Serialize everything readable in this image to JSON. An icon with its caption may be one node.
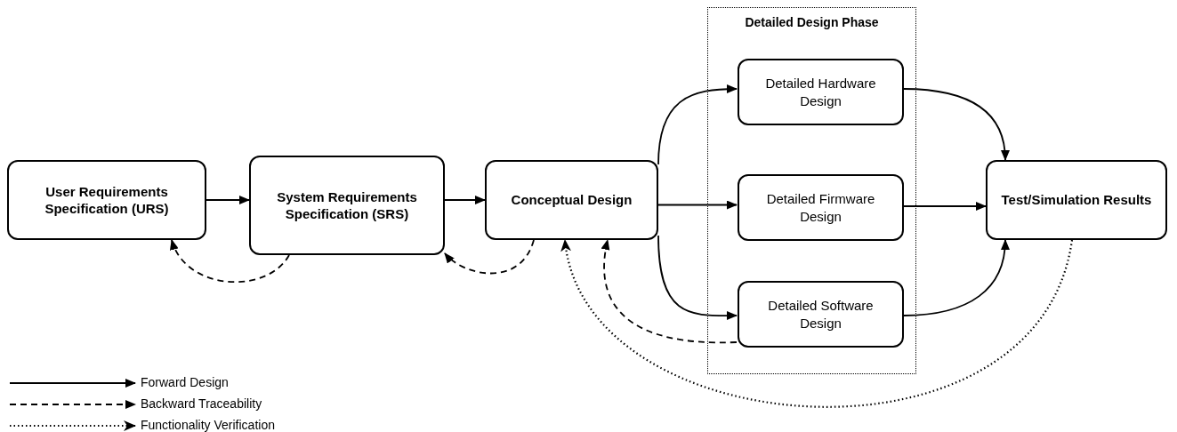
{
  "diagram": {
    "nodes": [
      {
        "text": [
          "User Requirements Specification (URS)"
        ]
      },
      {
        "text": [
          "System Requirements Specification (SRS)"
        ]
      },
      {
        "text": [
          "Conceptual Design"
        ]
      },
      {
        "text": [
          "Detailed Design Phase"
        ]
      },
      {
        "text": [
          "Detailed Hardware Design"
        ],
        "in": 3
      },
      {
        "text": [
          "Detailed Firmware Design"
        ],
        "in": 3
      },
      {
        "text": [
          "Detailed Software Design"
        ],
        "in": 3
      },
      {
        "text": [
          "Test/Simulation Results"
        ]
      }
    ],
    "edges": [
      {
        "from": 0,
        "to": 1,
        "arrow": "to"
      },
      {
        "from": 1,
        "to": 2,
        "arrow": "to"
      },
      {
        "from": 2,
        "to": 4,
        "arrow": "to"
      },
      {
        "from": 2,
        "to": 5,
        "arrow": "to"
      },
      {
        "from": 2,
        "to": 6,
        "arrow": "to"
      },
      {
        "from": 4,
        "to": 7,
        "arrow": "to"
      },
      {
        "from": 5,
        "to": 7,
        "arrow": "to"
      },
      {
        "from": 6,
        "to": 7,
        "arrow": "to"
      },
      {
        "from": 1,
        "to": 0,
        "arrow": "to",
        "style": "dashed"
      },
      {
        "from": 2,
        "to": 1,
        "arrow": "to",
        "style": "dashed"
      },
      {
        "from": 6,
        "to": 2,
        "arrow": "to",
        "style": "dashed"
      },
      {
        "from": 7,
        "to": 2,
        "arrow": "to",
        "style": "dashed"
      }
    ],
    "legend": [
      {
        "text": "Forward Design"
      },
      {
        "text": "Backward Traceability"
      },
      {
        "text": "Functionality Verification"
      }
    ]
  }
}
